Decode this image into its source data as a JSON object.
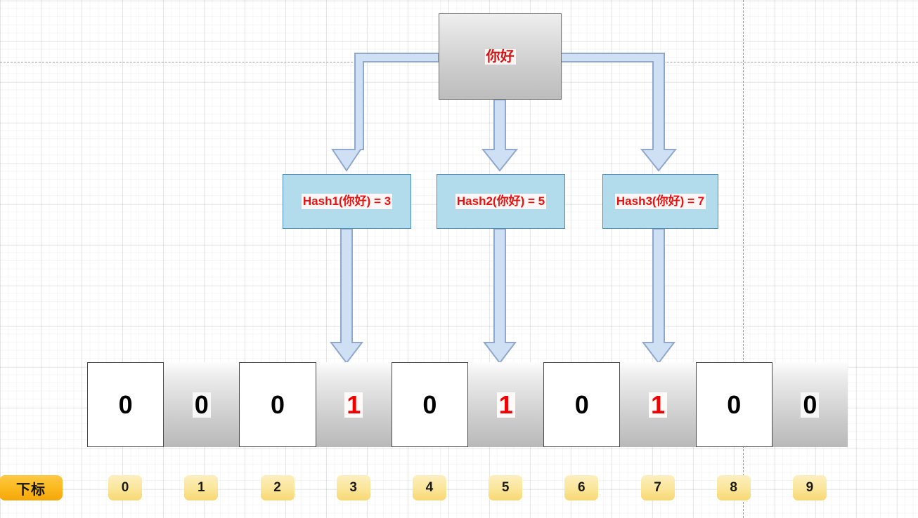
{
  "diagram": {
    "title_word": "你好",
    "source_box": {
      "label": "你好"
    },
    "hash_boxes": [
      {
        "label": "Hash1(你好) = 3",
        "index": 3
      },
      {
        "label": "Hash2(你好) = 5",
        "index": 5
      },
      {
        "label": "Hash3(你好) = 7",
        "index": 7
      }
    ],
    "bit_array": {
      "values": [
        "0",
        "0",
        "0",
        "1",
        "0",
        "1",
        "0",
        "1",
        "0",
        "0"
      ],
      "set_indices": [
        3,
        5,
        7
      ]
    },
    "index_row": {
      "legend": "下标",
      "labels": [
        "0",
        "1",
        "2",
        "3",
        "4",
        "5",
        "6",
        "7",
        "8",
        "9"
      ]
    },
    "colors": {
      "hash_box_fill": "#b2dbec",
      "hash_box_border": "#4a90b8",
      "hash_text": "#e8120e",
      "word_text": "#d01414",
      "arrow_fill": "#cfe0f4",
      "arrow_border": "#8fa8cc",
      "index_chip": "#fbe79f",
      "index_legend": "#fbb91e",
      "bit_one": "#f10000",
      "bit_zero": "#000000"
    }
  }
}
